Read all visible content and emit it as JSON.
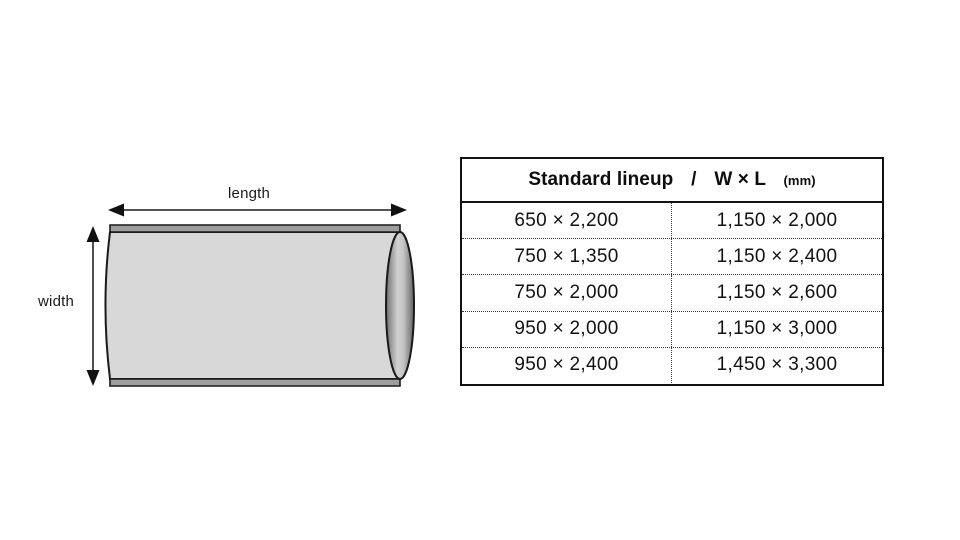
{
  "diagram": {
    "name": "roll-product-diagram",
    "length_label": "length",
    "width_label": "width",
    "body_fill": "#d8d8d8",
    "edge_band_fill": "#9e9e9e",
    "outline_color": "#1a1a1a",
    "arrow_color": "#3c3c3c"
  },
  "table": {
    "header": {
      "title": "Standard lineup",
      "separator": "/",
      "spec": "W × L",
      "unit": "(mm)"
    },
    "rows": [
      {
        "left": "650 × 2,200",
        "right": "1,150 × 2,000"
      },
      {
        "left": "750 × 1,350",
        "right": "1,150 × 2,400"
      },
      {
        "left": "750 × 2,000",
        "right": "1,150 × 2,600"
      },
      {
        "left": "950 × 2,000",
        "right": "1,150 × 3,000"
      },
      {
        "left": "950 × 2,400",
        "right": "1,450 × 3,300"
      }
    ],
    "border_color": "#111111",
    "divider_color": "#3a3a3a"
  }
}
